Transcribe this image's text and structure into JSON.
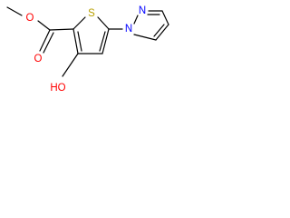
{
  "molecule": {
    "atoms": {
      "o_ether": "O",
      "o_carbonyl": "O",
      "s_ring": "S",
      "n_pyrazole_1": "N",
      "n_pyrazole_2": "N",
      "hydroxy": "HO"
    },
    "colors": {
      "bond": "#000000",
      "oxygen": "#ff0000",
      "sulfur": "#b8a000",
      "nitrogen": "#0000ff"
    }
  }
}
